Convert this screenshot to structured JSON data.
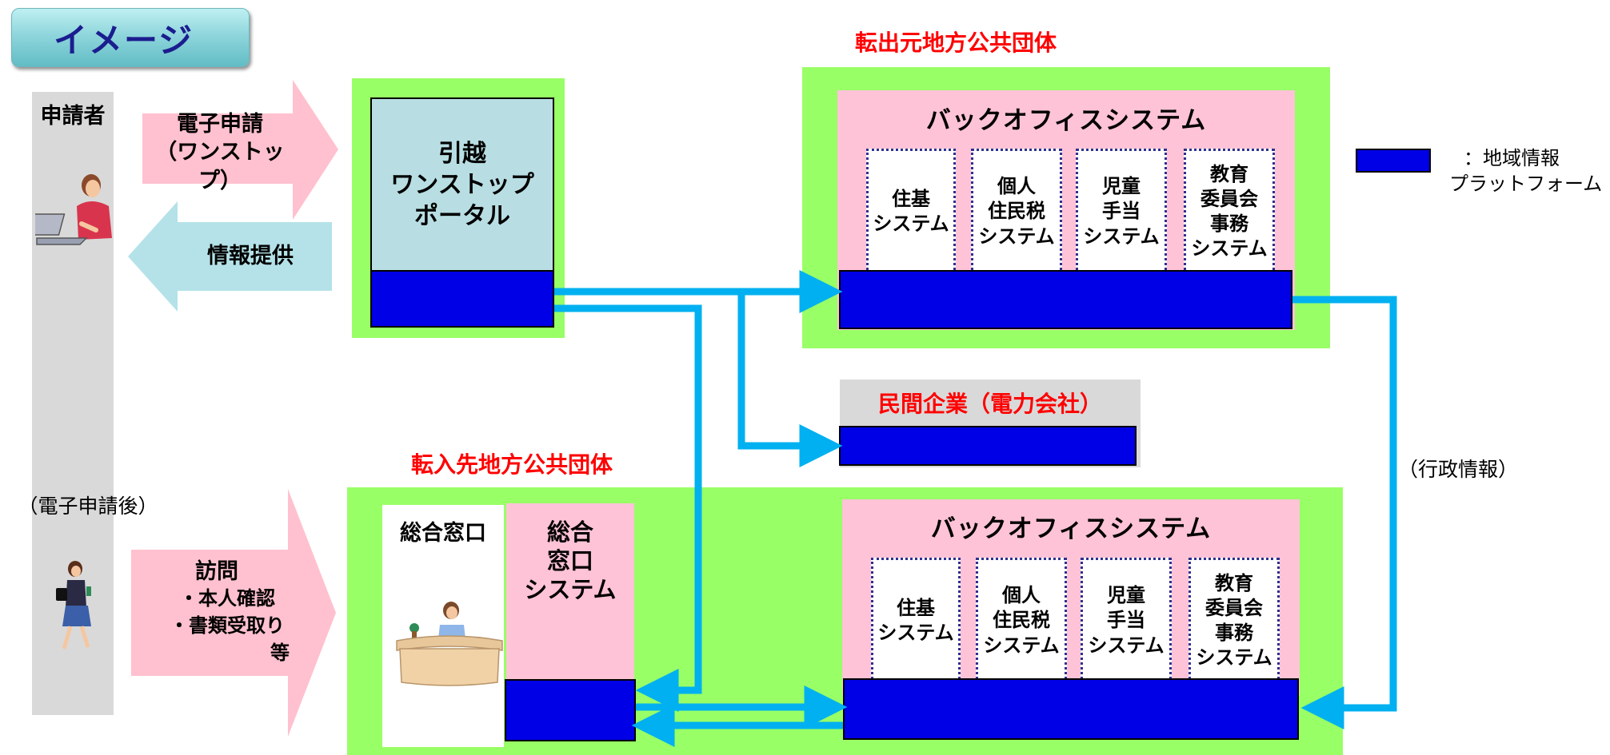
{
  "title": "イメージ",
  "applicant": {
    "label": "申請者",
    "after_label": "（電子申請後）"
  },
  "arrows": {
    "e_application_line1": "電子申請",
    "e_application_line2": "（ワンストップ）",
    "info_provision": "情報提供",
    "visit": "訪問",
    "visit_item1": "・本人確認",
    "visit_item2": "・書類受取り",
    "visit_item3": "等"
  },
  "portal": {
    "line1": "引越",
    "line2": "ワンストップ",
    "line3": "ポータル"
  },
  "source_org": {
    "title": "転出元地方公共団体",
    "backoffice_title": "バックオフィスシステム",
    "systems": [
      [
        "住基",
        "システム"
      ],
      [
        "個人",
        "住民税",
        "システム"
      ],
      [
        "児童",
        "手当",
        "システム"
      ],
      [
        "教育",
        "委員会",
        "事務",
        "システム"
      ]
    ]
  },
  "dest_org": {
    "title": "転入先地方公共団体",
    "counter_label": "総合窓口",
    "counter_system": [
      "総合",
      "窓口",
      "システム"
    ],
    "backoffice_title": "バックオフィスシステム",
    "systems": [
      [
        "住基",
        "システム"
      ],
      [
        "個人",
        "住民税",
        "システム"
      ],
      [
        "児童",
        "手当",
        "システム"
      ],
      [
        "教育",
        "委員会",
        "事務",
        "システム"
      ]
    ]
  },
  "private": {
    "title": "民間企業（電力会社）"
  },
  "legend": {
    "line1": "：地域情報",
    "line2": "プラットフォーム"
  },
  "admin_info_label": "（行政情報）",
  "colors": {
    "platform_blue": "#0000e6",
    "green_frame": "#99ff66",
    "pink_panel": "#ffc3d7",
    "connector_cyan": "#00b0f0",
    "title_red": "#ff0000"
  }
}
